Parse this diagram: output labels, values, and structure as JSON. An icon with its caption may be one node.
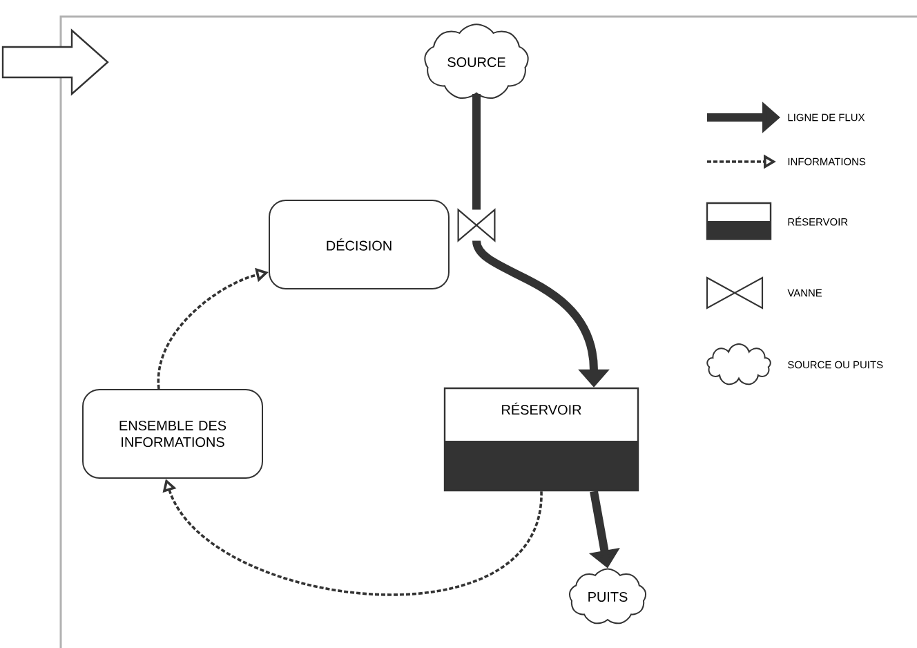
{
  "diagram": {
    "nodes": [
      {
        "text": [
          "SOURCE"
        ]
      },
      {
        "text": [
          "DÉCISION"
        ]
      },
      {
        "text": [
          "RÉSERVOIR"
        ]
      },
      {
        "text": [
          "ENSEMBLE DES INFORMATIONS"
        ]
      },
      {
        "text": [
          "PUITS"
        ]
      },
      {
        "text": [],
        "shape": "valve"
      }
    ],
    "edges": [
      {
        "from": 0,
        "to": 5,
        "arrow": "none"
      },
      {
        "from": 5,
        "to": 2,
        "arrow": "to"
      },
      {
        "from": 2,
        "to": 4,
        "arrow": "to"
      },
      {
        "from": 2,
        "to": 3,
        "arrow": "to",
        "style": "dashed"
      },
      {
        "from": 3,
        "to": 1,
        "arrow": "to",
        "style": "dashed"
      }
    ],
    "legend": [
      {
        "text": "LIGNE DE FLUX"
      },
      {
        "text": "INFORMATIONS"
      },
      {
        "text": "RÉSERVOIR"
      },
      {
        "text": "VANNE"
      },
      {
        "text": "SOURCE OU PUITS"
      }
    ]
  }
}
